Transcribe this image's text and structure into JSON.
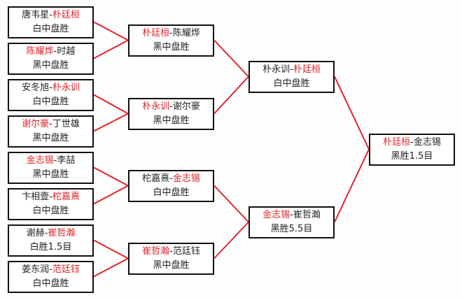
{
  "colors": {
    "winner": "#e0242a",
    "line": "#e0242a",
    "text": "#222222"
  },
  "rounds": [
    {
      "matches": [
        {
          "p1": "唐韦星",
          "p2": "朴廷桓",
          "winner": 2,
          "result": "白中盘胜"
        },
        {
          "p1": "陈耀烨",
          "p2": "时越",
          "winner": 1,
          "result": "黑中盘胜"
        },
        {
          "p1": "安冬旭",
          "p2": "朴永训",
          "winner": 2,
          "result": "白中盘胜"
        },
        {
          "p1": "谢尔豪",
          "p2": "丁世雄",
          "winner": 1,
          "result": "黑中盘胜"
        },
        {
          "p1": "金志锡",
          "p2": "李喆",
          "winner": 1,
          "result": "黑中盘胜"
        },
        {
          "p1": "卞相壹",
          "p2": "柁嘉熹",
          "winner": 2,
          "result": "白中盘胜"
        },
        {
          "p1": "谢赫",
          "p2": "崔哲瀚",
          "winner": 2,
          "result": "白胜1.5目"
        },
        {
          "p1": "姜东润",
          "p2": "范廷钰",
          "winner": 2,
          "result": "白中盘胜"
        }
      ]
    },
    {
      "matches": [
        {
          "p1": "朴廷桓",
          "p2": "陈耀烨",
          "winner": 1,
          "result": "黑中盘胜"
        },
        {
          "p1": "朴永训",
          "p2": "谢尔豪",
          "winner": 1,
          "result": "黑中盘胜"
        },
        {
          "p1": "柁嘉熹",
          "p2": "金志锡",
          "winner": 2,
          "result": "白中盘胜"
        },
        {
          "p1": "崔哲瀚",
          "p2": "范廷钰",
          "winner": 1,
          "result": "黑中盘胜"
        }
      ]
    },
    {
      "matches": [
        {
          "p1": "朴永训",
          "p2": "朴廷桓",
          "winner": 2,
          "result": "白中盘胜"
        },
        {
          "p1": "金志锡",
          "p2": "崔哲瀚",
          "winner": 1,
          "result": "黑胜5.5目"
        }
      ]
    },
    {
      "matches": [
        {
          "p1": "朴廷桓",
          "p2": "金志锡",
          "winner": 1,
          "result": "黑胜1.5目"
        }
      ]
    }
  ]
}
